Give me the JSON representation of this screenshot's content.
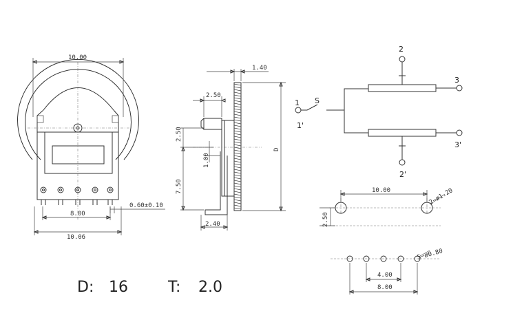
{
  "front_view": {
    "width_top": "10.00",
    "width_bottom": "10.06",
    "pin_span": "8.00",
    "pin_width": "0.60±0.10"
  },
  "side_view": {
    "flange": "1.40",
    "shaft_offset": "2.50",
    "height_a": "2.50",
    "height_b": "1.00",
    "height_c": "7.50",
    "diameter_label": "D",
    "bottom": "2.40"
  },
  "schematic": {
    "pin_1": "1",
    "pin_1p": "1'",
    "pin_2": "2",
    "pin_2p": "2'",
    "pin_3": "3",
    "pin_3p": "3'",
    "switch": "S"
  },
  "hole_pattern_top": {
    "spacing": "10.00",
    "hole_note": "2−ø1.20",
    "height": "2.50"
  },
  "hole_pattern_bottom": {
    "inner": "4.00",
    "outer": "8.00",
    "hole_note": "5−ø0.80"
  },
  "specs": {
    "d_label": "D:",
    "d_value": "16",
    "t_label": "T:",
    "t_value": "2.0"
  }
}
